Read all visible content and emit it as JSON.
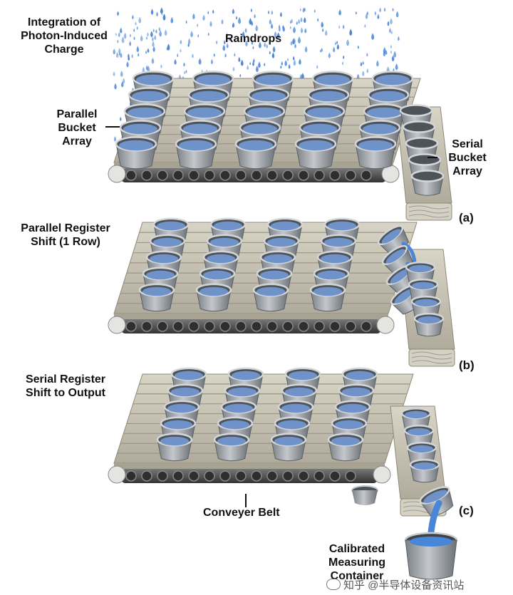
{
  "labels": {
    "integration": [
      "Integration of",
      "Photon-Induced",
      "Charge"
    ],
    "raindrops": "Raindrops",
    "parallel_bucket_array": [
      "Parallel",
      "Bucket",
      "Array"
    ],
    "serial_bucket_array": [
      "Serial",
      "Bucket",
      "Array"
    ],
    "parallel_register_shift": [
      "Parallel Register",
      "Shift (1 Row)"
    ],
    "serial_register_shift": [
      "Serial Register",
      "Shift to Output"
    ],
    "conveyer_belt": "Conveyer Belt",
    "calibrated_container": [
      "Calibrated",
      "Measuring",
      "Container"
    ]
  },
  "panels": {
    "a": "(a)",
    "b": "(b)",
    "c": "(c)"
  },
  "watermark": "知乎 @半导体设备资讯站",
  "colors": {
    "water": "#4a86d8",
    "belt": "#c9c4b4",
    "belt_dark": "#5c5a55",
    "bucket": "#9ea3a8",
    "bucket_rim": "#d3d7db",
    "water_top": "#6f93c9"
  }
}
